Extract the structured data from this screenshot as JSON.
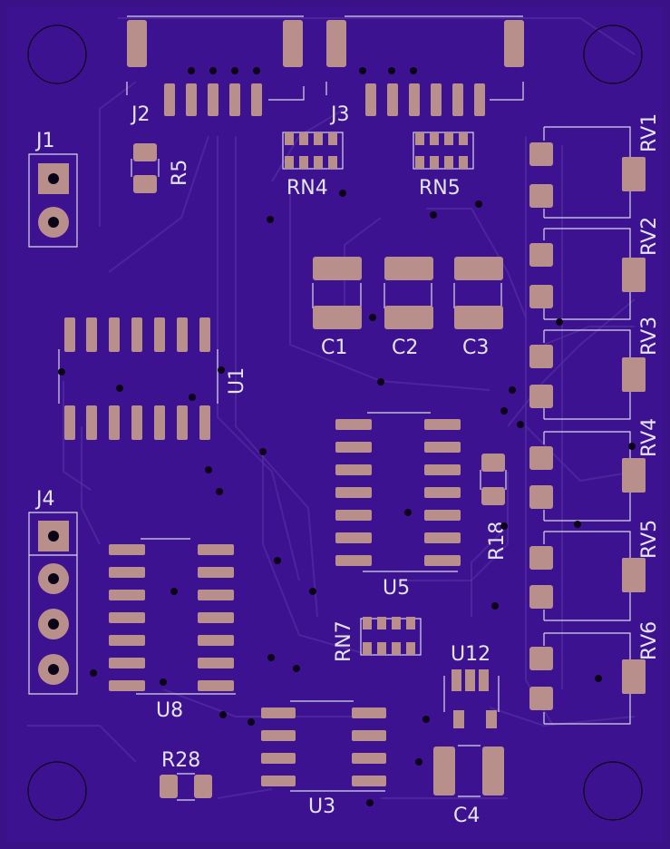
{
  "board": {
    "background": "#3a1187",
    "copper": "#b98f8c",
    "silkscreen": "#d8d8e8"
  },
  "labels": {
    "J1": "J1",
    "J2": "J2",
    "J3": "J3",
    "J4": "J4",
    "R5": "R5",
    "RN4": "RN4",
    "RN5": "RN5",
    "C1": "C1",
    "C2": "C2",
    "C3": "C3",
    "U1": "U1",
    "U5": "U5",
    "R18": "R18",
    "RV1": "RV1",
    "RV2": "RV2",
    "RV3": "RV3",
    "RV4": "RV4",
    "RV5": "RV5",
    "RV6": "RV6",
    "RN7": "RN7",
    "U12": "U12",
    "U8": "U8",
    "U3": "U3",
    "R28": "R28",
    "C4": "C4"
  }
}
